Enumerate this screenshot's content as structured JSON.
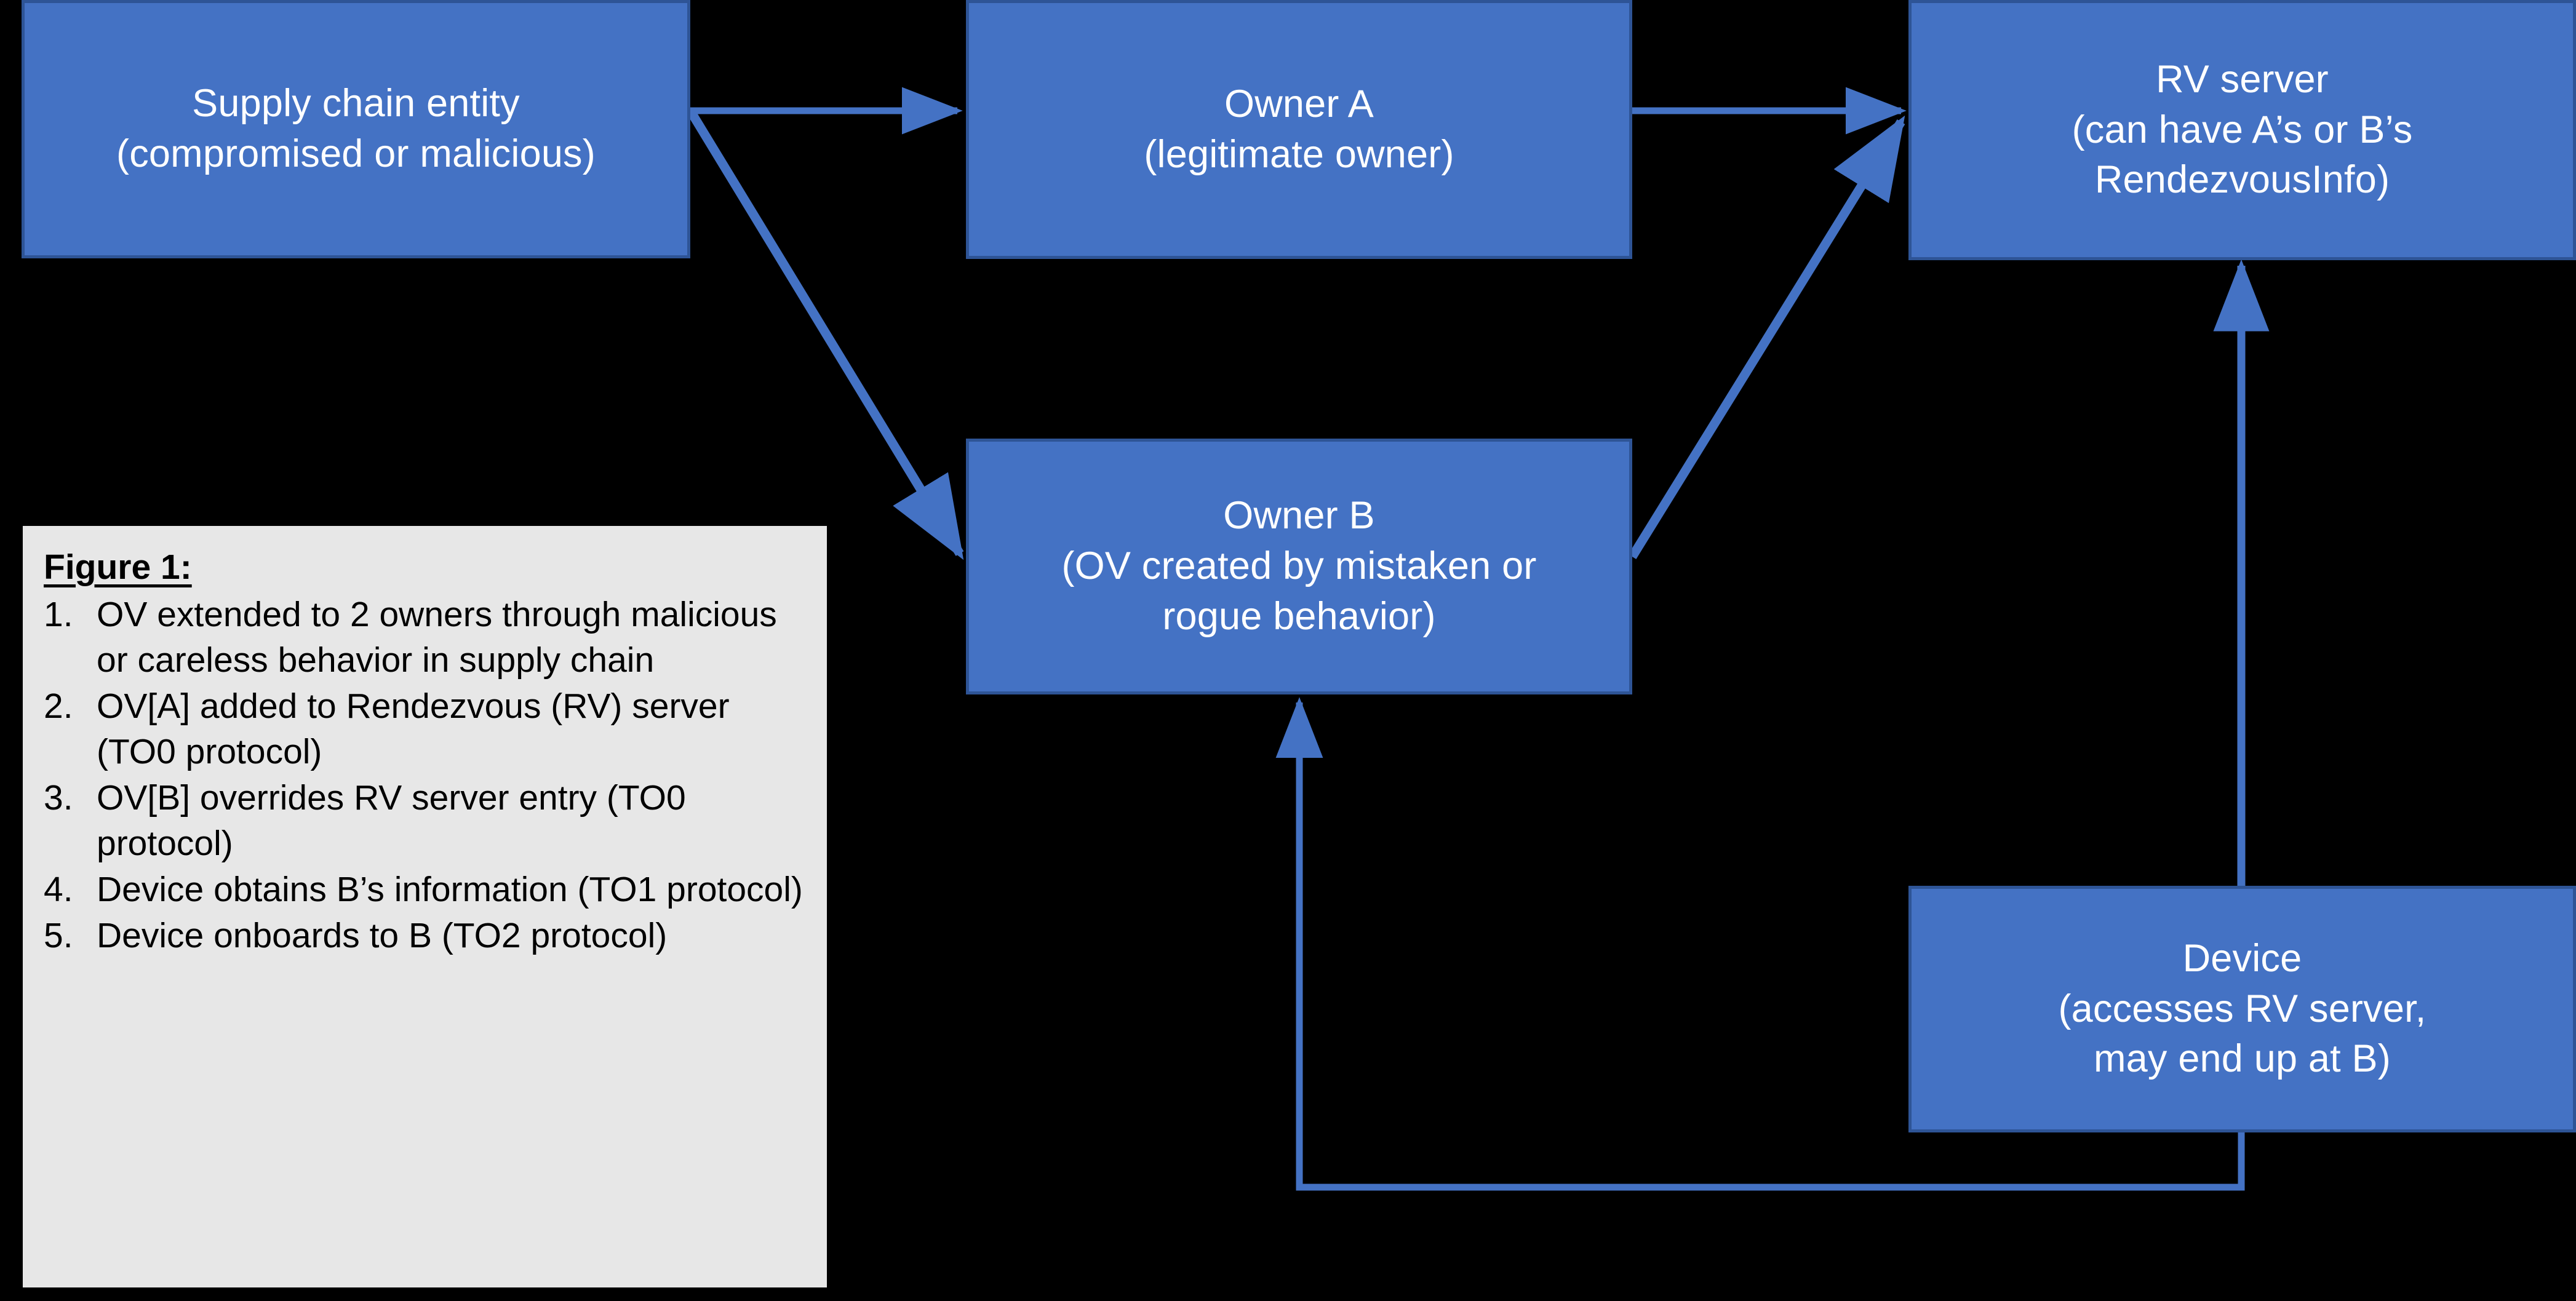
{
  "diagram": {
    "background_color": "#000000",
    "node_fill_color": "#4472C4",
    "node_border_color": "#2E5496",
    "node_text_color": "#FFFFFF",
    "arrow_color": "#4472C4",
    "legend_fill_color": "#E7E7E7",
    "legend_text_color": "#000000",
    "nodes": [
      {
        "id": "supply-chain-entity",
        "label": "Supply chain entity\n(compromised  or malicious)"
      },
      {
        "id": "owner-a",
        "label": "Owner A\n(legitimate owner)"
      },
      {
        "id": "rv-server",
        "label": "RV server\n(can have A’s or B’s\nRendezvousInfo)"
      },
      {
        "id": "owner-b",
        "label": "Owner B\n(OV created by mistaken or\nrogue behavior)"
      },
      {
        "id": "device",
        "label": "Device\n(accesses RV server,\nmay end up at B)"
      }
    ],
    "edges": [
      {
        "id": "entity-to-owner-a",
        "from": "supply-chain-entity",
        "to": "owner-a",
        "style": "straight-horizontal"
      },
      {
        "id": "entity-to-owner-b",
        "from": "supply-chain-entity",
        "to": "owner-b",
        "style": "straight-diagonal"
      },
      {
        "id": "owner-a-to-rv",
        "from": "owner-a",
        "to": "rv-server",
        "style": "straight-horizontal"
      },
      {
        "id": "owner-b-to-rv",
        "from": "owner-b",
        "to": "rv-server",
        "style": "straight-diagonal"
      },
      {
        "id": "device-to-rv",
        "from": "device",
        "to": "rv-server",
        "style": "straight-vertical"
      },
      {
        "id": "device-to-owner-b",
        "from": "device",
        "to": "owner-b",
        "style": "elbow"
      }
    ]
  },
  "legend": {
    "title": "Figure 1:",
    "items": [
      {
        "number": "1.",
        "text": "OV extended to 2 owners through malicious or careless behavior in supply chain"
      },
      {
        "number": "2.",
        "text": "OV[A] added to Rendezvous (RV) server (TO0 protocol)"
      },
      {
        "number": "3.",
        "text": "OV[B] overrides RV server entry (TO0 protocol)"
      },
      {
        "number": "4.",
        "text": "Device obtains B’s information (TO1 protocol)"
      },
      {
        "number": "5.",
        "text": "Device onboards to B (TO2 protocol)"
      }
    ]
  }
}
